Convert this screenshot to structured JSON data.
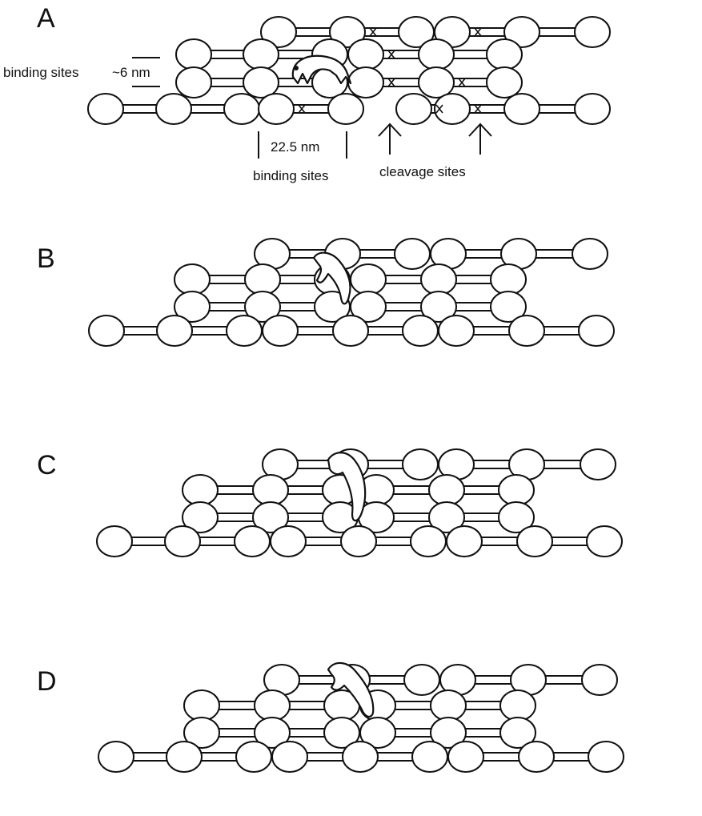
{
  "figure": {
    "panels": [
      {
        "id": "A",
        "label": "A",
        "enzyme_state": "bound at binding site"
      },
      {
        "id": "B",
        "label": "B",
        "enzyme_state": "rotating toward cleavage site"
      },
      {
        "id": "C",
        "label": "C",
        "enzyme_state": "stretched across rows"
      },
      {
        "id": "D",
        "label": "D",
        "enzyme_state": "reaching next site"
      }
    ],
    "annotations": {
      "lateral_spacing_label": "binding sites",
      "lateral_spacing_value": "~6 nm",
      "axial_spacing_value": "22.5 nm",
      "axial_spacing_label": "binding sites",
      "cleavage_label": "cleavage sites"
    },
    "structure": {
      "rows_per_panel": 4,
      "description": "staggered array of collagen-like molecules shown as beads connected by double-line rods"
    }
  }
}
